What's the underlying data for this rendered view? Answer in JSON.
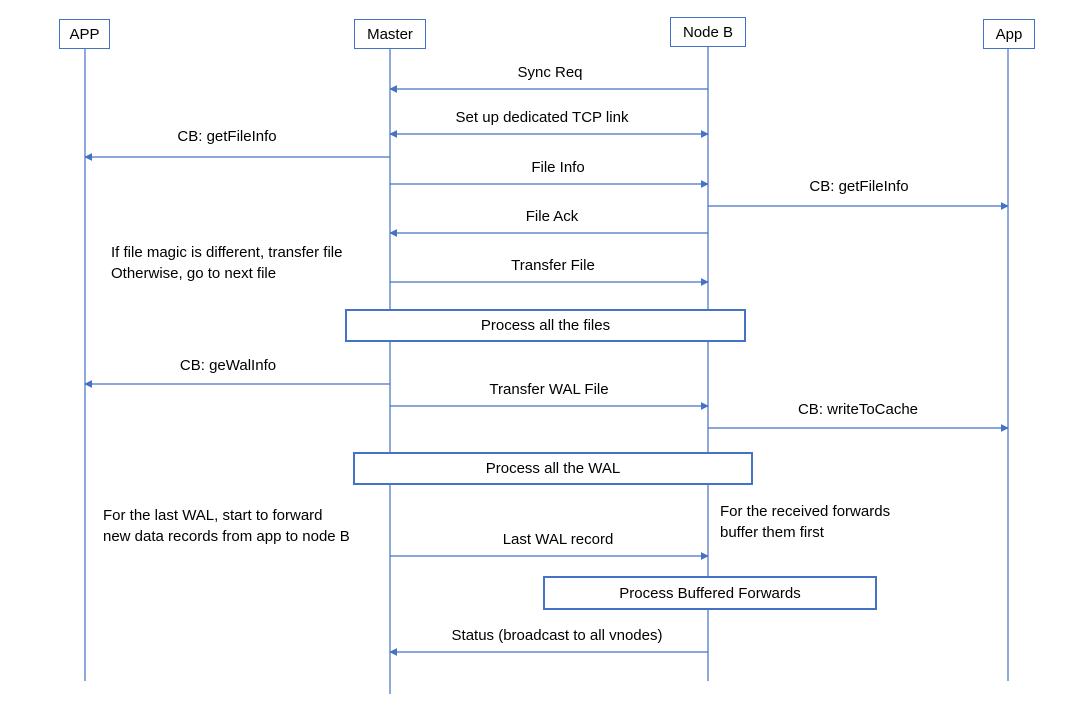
{
  "colors": {
    "line": "#4472c4"
  },
  "participants": {
    "app_left": "APP",
    "master": "Master",
    "node_b": "Node B",
    "app_right": "App"
  },
  "messages": {
    "sync_req": "Sync Req",
    "tcp_link": "Set up dedicated TCP link",
    "cb_getfileinfo_left": "CB: getFileInfo",
    "file_info": "File Info",
    "cb_getfileinfo_right": "CB: getFileInfo",
    "file_ack": "File Ack",
    "transfer_file": "Transfer File",
    "cb_gewalinfo": "CB: geWalInfo",
    "transfer_wal_file": "Transfer WAL File",
    "cb_writetocache": "CB: writeToCache",
    "last_wal_record": "Last WAL record",
    "status": "Status (broadcast to all vnodes)"
  },
  "boxes": {
    "process_files": "Process all the files",
    "process_wal": "Process all the WAL",
    "process_buffered": "Process Buffered Forwards"
  },
  "notes": {
    "file_magic_1": "If file magic is different, transfer file",
    "file_magic_2": "Otherwise, go to next file",
    "last_wal_1": "For the last WAL, start to forward",
    "last_wal_2": "new data records from app to node B",
    "received_fwd_1": "For the received forwards",
    "received_fwd_2": "buffer them first"
  }
}
